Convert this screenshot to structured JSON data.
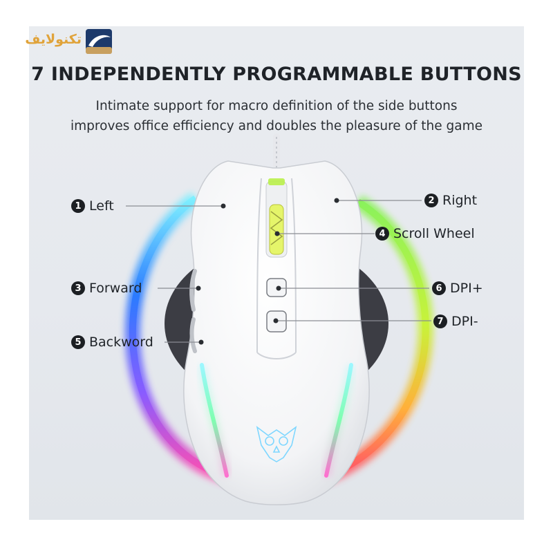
{
  "brand": {
    "name": "تکنولایف"
  },
  "headline": "7 INDEPENDENTLY PROGRAMMABLE BUTTONS",
  "subtitle_lines": [
    "Intimate support for macro definition of the side buttons",
    "improves office efficiency and doubles the pleasure of the game"
  ],
  "callouts": [
    {
      "number": "1",
      "label": "Left"
    },
    {
      "number": "2",
      "label": "Right"
    },
    {
      "number": "3",
      "label": "Forward"
    },
    {
      "number": "4",
      "label": "Scroll Wheel"
    },
    {
      "number": "5",
      "label": "Backword"
    },
    {
      "number": "6",
      "label": "DPI+"
    },
    {
      "number": "7",
      "label": "DPI-"
    }
  ],
  "icons": {
    "logo": "technolife-swoosh-icon",
    "product": "gaming-mouse-image",
    "rgb_ring": "rgb-ring-light"
  },
  "colors": {
    "headline": "#1f2328",
    "badge": "#1c1f23",
    "logo_orange": "#e0a33a",
    "logo_navy": "#1d3a6b",
    "rgb_blue": "#2b7bff",
    "rgb_green": "#6ee64a",
    "rgb_pink": "#ff4fb0"
  }
}
